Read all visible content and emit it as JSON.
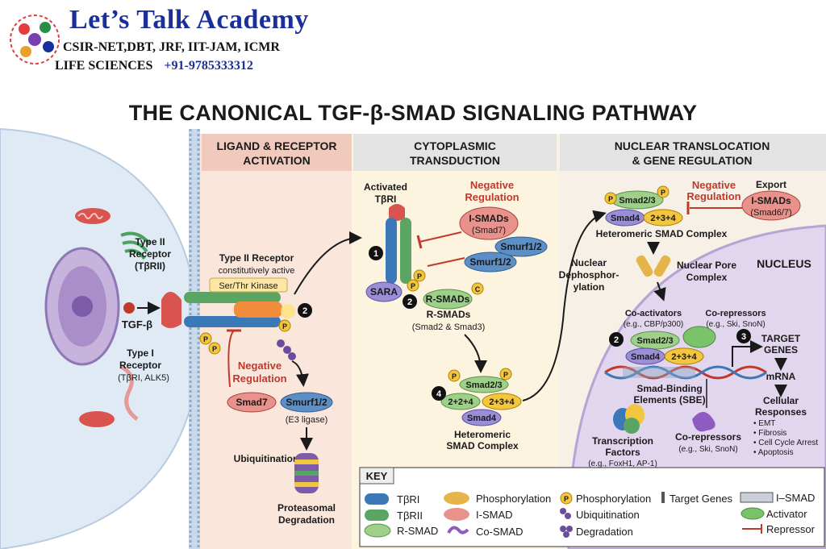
{
  "brand": {
    "name": "Let’s Talk Academy",
    "exams": "CSIR-NET,DBT, JRF, IIT-JAM, ICMR",
    "subject": "LIFE SCIENCES",
    "phone": "+91-9785333312"
  },
  "title": "THE CANONICAL TGF-β-SMAD SIGNALING PATHWAY",
  "panels": {
    "ligand": {
      "line1": "LIGAND & RECEPTOR",
      "line2": "ACTIVATION"
    },
    "cyto": {
      "line1": "CYTOPLASMIC",
      "line2": "TRANSDUCTION"
    },
    "nuclear": {
      "line1": "NUCLEAR TRANSLOCATION",
      "line2": "& GENE REGULATION"
    }
  },
  "ligand_panel": {
    "type2_l1": "Type II",
    "type2_l2": "Receptor",
    "type2_l3": "(TβRII)",
    "tgfb": "TGF-β",
    "type1_l1": "Type I",
    "type1_l2": "Receptor",
    "type1_l3": "(TβRI, ALK5)",
    "type2_active_l1": "Type II Receptor",
    "type2_active_l2": "constitutively active",
    "kinase": "Ser/Thr Kinase",
    "neg_reg_l1": "Negative",
    "neg_reg_l2": "Regulation",
    "smad7": "Smad7",
    "smurf": "Smurf1/2",
    "e3": "(E3 ligase)",
    "ubiq": "Ubiquitination",
    "prot_l1": "Proteasomal",
    "prot_l2": "Degradation",
    "step2": "2",
    "p": "P"
  },
  "cyto_panel": {
    "activated_l1": "Activated",
    "activated_l2": "TβRI",
    "neg_reg_l1": "Negative",
    "neg_reg_l2": "Regulation",
    "isamds_l1": "I-SMADs",
    "isamds_l2": "(Smad7)",
    "smurf": "Smurf1/2",
    "sara": "SARA",
    "rsmads": "R-SMADs",
    "rsmads_l1": "R-SMADs",
    "rsmads_l2": "(Smad2 & Smad3)",
    "c": "C",
    "step1": "1",
    "step2": "2",
    "step4": "4",
    "smad23": "Smad2/3",
    "c2": "2+2+4",
    "c3": "2+3+4",
    "smad4": "Smad4",
    "hetero_l1": "Heteromeric",
    "hetero_l2": "SMAD Complex",
    "p": "P"
  },
  "nuclear_panel": {
    "smad23": "Smad2/3",
    "smad4": "Smad4",
    "c234": "2+3+4",
    "hetero": "Heteromeric SMAD Complex",
    "neg_reg_l1": "Negative",
    "neg_reg_l2": "Regulation",
    "export": "Export",
    "isamds_l1": "I-SMADs",
    "isamds_l2": "(Smad6/7)",
    "nucleus": "NUCLEUS",
    "dephos_l1": "Nuclear",
    "dephos_l2": "Dephosphor-",
    "dephos_l3": "ylation",
    "pore_l1": "Nuclear Pore",
    "pore_l2": "Complex",
    "coact_l1": "Co-activators",
    "coact_l2": "(e.g., CBP/p300)",
    "corep_l1": "Co-repressors",
    "corep_l2": "(e.g., Ski, SnoN)",
    "step2": "2",
    "step3": "3",
    "target_l1": "TARGET",
    "target_l2": "GENES",
    "mrna": "mRNA",
    "cell_l1": "Cellular",
    "cell_l2": "Responses",
    "resp": [
      "• EMT",
      "• Fibrosis",
      "• Cell Cycle Arrest",
      "• Apoptosis"
    ],
    "sbe_l1": "Smad-Binding",
    "sbe_l2": "Elements (SBE)",
    "tf_l1": "Transcription",
    "tf_l2": "Factors",
    "tf_l3": "(e.g., FoxH1, AP-1)",
    "corep2_l1": "Co-repressors",
    "corep2_l2": "(e.g., Ski, SnoN)",
    "p": "P"
  },
  "key": {
    "title": "KEY",
    "items": {
      "tbri": "TβRI",
      "tbrii": "TβRII",
      "rsmad": "R-SMAD",
      "phos1": "Phosphorylation",
      "ismad": "I-SMAD",
      "cosmad": "Co-SMAD",
      "phos2": "Phosphorylation",
      "ubiq": "Ubiquitination",
      "degr": "Degradation",
      "target": "Target Genes",
      "ismad2": "I–SMAD",
      "activator": "Activator",
      "repressor": "Repressor"
    },
    "p": "P"
  },
  "colors": {
    "brand_blue": "#1b2f9b",
    "negative_red": "#c0392b",
    "tbri_blue": "#3b78b8",
    "tbrii_green": "#5aa563",
    "rsmad_green": "#9fd08a",
    "smad4_purple": "#9a8ed6",
    "phospho_yellow": "#f3c640",
    "ismad_pink": "#e8928b"
  }
}
